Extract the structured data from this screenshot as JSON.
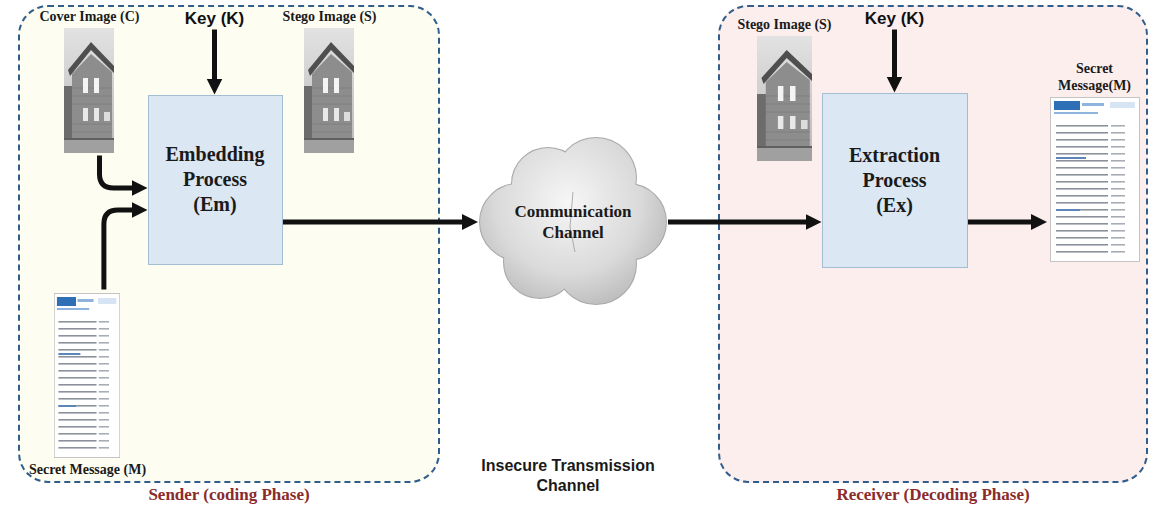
{
  "diagram": {
    "nodes": [
      {
        "text": [
          "Sender (coding Phase)"
        ]
      },
      {
        "text": [
          "Cover Image (C)"
        ],
        "in": 0
      },
      {
        "text": [
          "Key (K)"
        ],
        "in": 0
      },
      {
        "text": [
          "Stego Image (S)"
        ],
        "in": 0
      },
      {
        "text": [
          "Embedding Process (Em)"
        ],
        "in": 0
      },
      {
        "text": [
          "Secret Message (M)"
        ],
        "in": 0
      },
      {
        "text": [
          "Communication Channel"
        ]
      },
      {
        "text": [
          "Receiver (Decoding Phase)"
        ]
      },
      {
        "text": [
          "Stego Image (S)"
        ],
        "in": 7
      },
      {
        "text": [
          "Key (K)"
        ],
        "in": 7
      },
      {
        "text": [
          "Extraction Process (Ex)"
        ],
        "in": 7
      },
      {
        "text": [
          "Secret Message(M)"
        ],
        "in": 7
      }
    ],
    "edges": [
      {
        "from": 1,
        "to": 4,
        "arrow": "to"
      },
      {
        "from": 5,
        "to": 4,
        "arrow": "to"
      },
      {
        "from": 2,
        "to": 4,
        "arrow": "to"
      },
      {
        "from": 4,
        "to": 6,
        "arrow": "to"
      },
      {
        "from": 6,
        "to": 10,
        "arrow": "to"
      },
      {
        "from": 9,
        "to": 10,
        "arrow": "to"
      },
      {
        "from": 10,
        "to": 11,
        "arrow": "to"
      }
    ],
    "labels": [
      "Insecure Transmission Channel"
    ]
  }
}
